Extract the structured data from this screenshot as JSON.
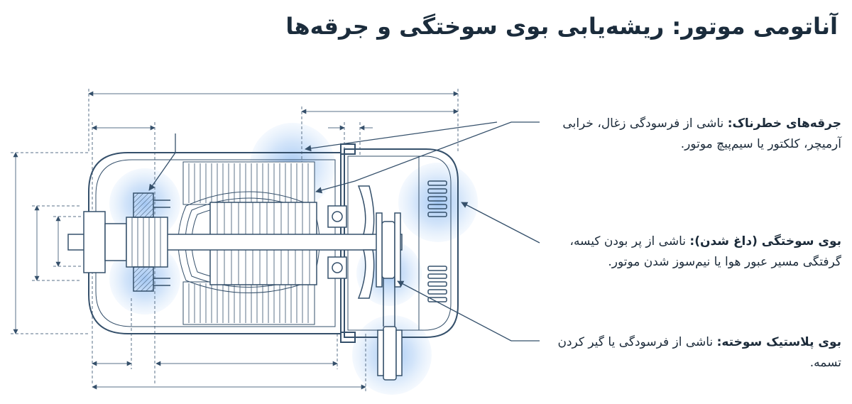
{
  "title": "آناتومی موتور: ریشه‌یابی بوی سوختگی و جرقه‌ها",
  "callouts": [
    {
      "heading": "جرقه‌های خطرناک:",
      "body": "ناشی از فرسودگی زغال، خرابی آرمیچر، کلکتور یا سیم‌پیچ موتور."
    },
    {
      "heading": "بوی سوختگی (داغ شدن):",
      "body": "ناشی از پر بودن کیسه، گرفتگی مسیر عبور هوا یا نیم‌سوز شدن موتور."
    },
    {
      "heading": "بوی پلاستیک سوخته:",
      "body": "ناشی از فرسودگی یا گیر کردن تسمه."
    }
  ],
  "colors": {
    "line": "#35506b",
    "dim": "#5a7088",
    "highlight": "#5b9bea",
    "text": "#1c2b3a"
  }
}
